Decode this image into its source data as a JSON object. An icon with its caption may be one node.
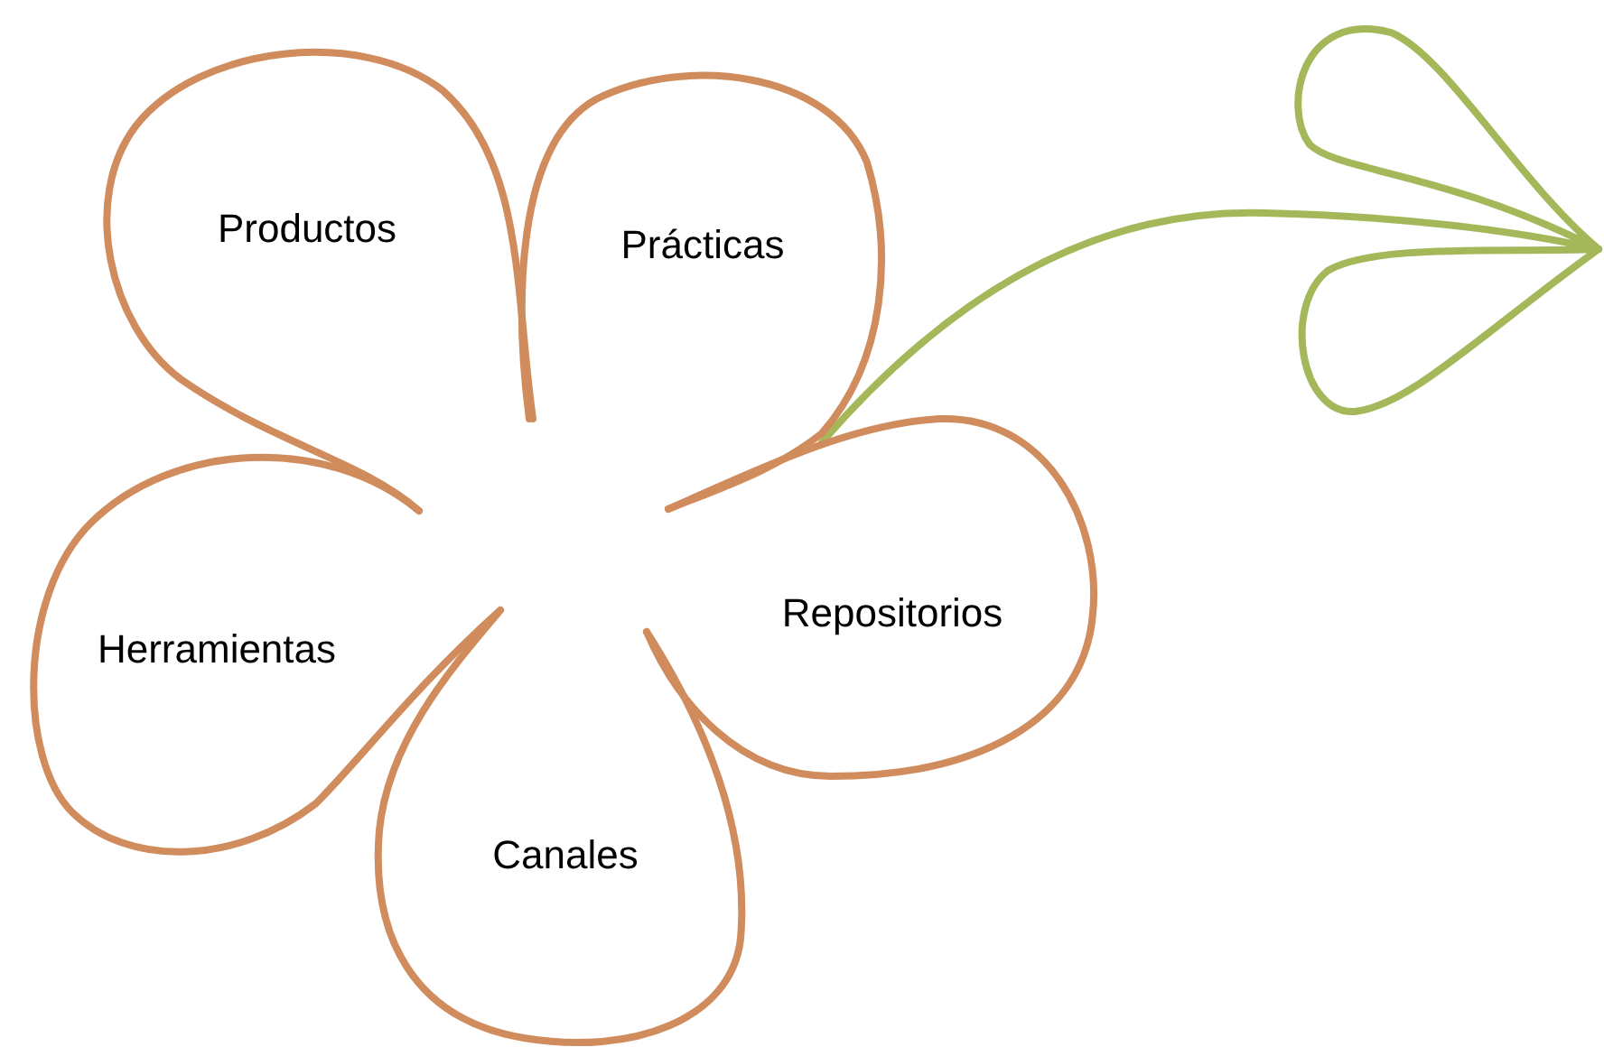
{
  "diagram": {
    "nodes": [
      {
        "text": [
          "Productos"
        ]
      },
      {
        "text": [
          "Prácticas"
        ]
      },
      {
        "text": [
          "Repositorios"
        ]
      },
      {
        "text": [
          "Canales"
        ]
      },
      {
        "text": [
          "Herramientas"
        ]
      }
    ]
  }
}
